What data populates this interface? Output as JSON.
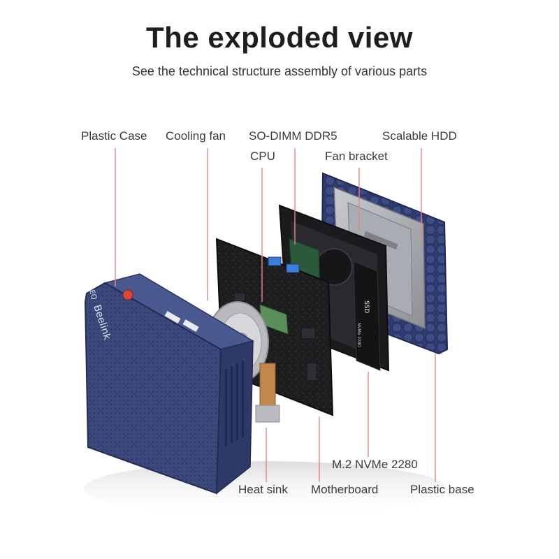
{
  "header": {
    "title": "The exploded view",
    "subtitle": "See the technical structure assembly of various parts"
  },
  "labels": {
    "plastic_case": "Plastic Case",
    "cooling_fan": "Cooling fan",
    "so_dimm": "SO-DIMM DDR5",
    "scalable_hdd": "Scalable HDD",
    "cpu": "CPU",
    "fan_bracket": "Fan bracket",
    "m2_nvme": "M.2 NVMe 2280",
    "heat_sink": "Heat sink",
    "motherboard": "Motherboard",
    "plastic_base": "Plastic base"
  },
  "device": {
    "brand": "Beelink",
    "model": "EQ",
    "ssd_label": "SSD",
    "ssd_sub": "NVMe 2280"
  },
  "colors": {
    "leader_line": "#e58585",
    "case_blue": "#3c4a7e",
    "board_black": "#1c1c1e",
    "power_button": "#e0453a"
  }
}
